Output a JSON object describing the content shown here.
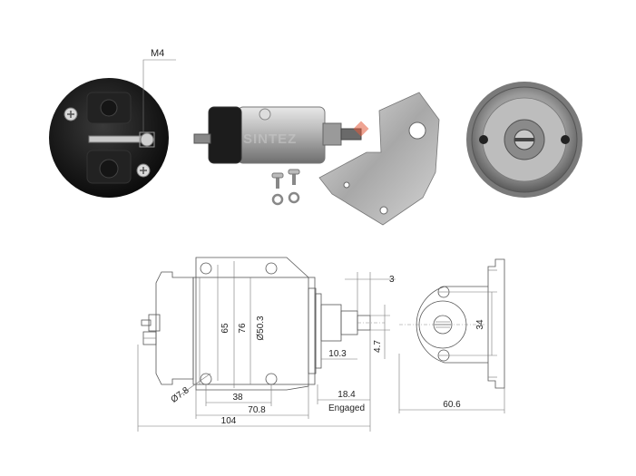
{
  "photos": {
    "callout_label": "M4",
    "watermark": "SINTEZ"
  },
  "dimensions": {
    "body_height": "65",
    "flange_height": "76",
    "body_diameter": "Ø50.3",
    "hole_diameter": "Ø7.8",
    "hole_spacing": "38",
    "flange_width": "70.8",
    "overall_length": "104",
    "plunger_travel": "18.4",
    "engaged_label": "Engaged",
    "plunger_extension": "10.3",
    "plunger_width": "4.7",
    "plunger_tip": "3",
    "bracket_hole_spacing": "34",
    "bracket_depth": "60.6"
  },
  "colors": {
    "line": "#555555",
    "body_dark": "#1a1a1a",
    "metal": "#b8b8b8"
  }
}
